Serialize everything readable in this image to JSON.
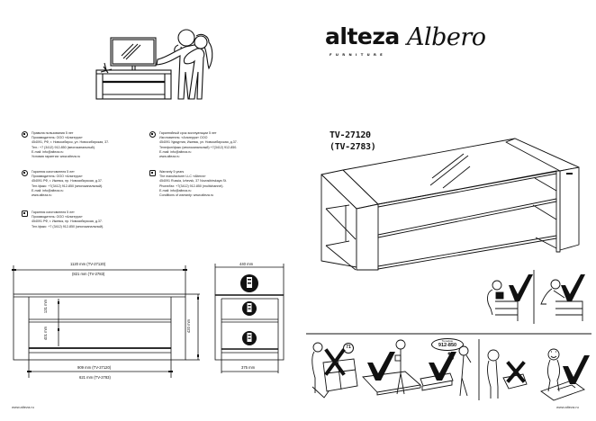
{
  "brand": {
    "name": "alteza",
    "tagline": "FURNITURE",
    "collection": "Albero"
  },
  "product": {
    "model_primary": "TV-27120",
    "model_secondary": "(TV-2783)"
  },
  "contacts": [
    {
      "icon": "globe-icon",
      "lines": [
        "Правила пользования 5 лет",
        "Производитель: ООО «Альтерра»",
        "454091, РФ, г. Новосибирск, ул. Новосибирская, 37.",
        "Тел.: +7 (3412) 912-850 (многоканальный).",
        "E-mail: info@alteza.ru",
        "Условия гарантии: www.alteza.ru"
      ]
    },
    {
      "icon": "globe-icon",
      "lines": [
        "Гарантия изготовителя 5 лет",
        "Производитель: ООО «Альтерра»",
        "454091 РФ, г. Ижевск, пр. Новосибирская, д.37.",
        "Тел./факс: +7(3412) 912-850 (многоканальный).",
        "E-mail: info@alteza.ru",
        "www.alteza.ru"
      ]
    },
    {
      "icon": "chat-icon",
      "lines": [
        "Гарантия изготовителя 5 лет",
        "Производитель: ООО «Альтерра»",
        "454091 РФ, г. Ижевск, пр. Новосибирская, д.37.",
        "Тел./факс: +7 (3412) 912-850 (многоканальный)."
      ]
    },
    {
      "icon": "globe-icon",
      "lines": [
        "Гарантийный срок эксплуатации 5 лет",
        "Изготовитель: «Альтерра» ООО",
        "454091 Удмуртия, Ижевск, ул. Новосибирская, д.37.",
        "Телефон/факс (многоканальный) +7(3412) 912-850.",
        "E-mail: info@alteza.ru",
        "www.alteza.ru"
      ]
    },
    {
      "icon": "calendar-icon",
      "lines": [
        "Warranty 5 years",
        "The manufacturer LLC «Alterra»",
        "454091 Russia, Izhevsk, 37 Novosibirskaya St.",
        "Phone/fax: +7(3412) 912-850 (multichannel).",
        "E-mail: info@alteza.ru",
        "Conditions of warranty: www.alteza.ru"
      ]
    }
  ],
  "dimensions": {
    "front_top_width_1": "1120 mm (TV-27120)",
    "front_top_width_2": "(821 mm (TV-2783)",
    "front_bottom_width_1": "909 mm (TV-27120)",
    "front_bottom_width_2": "621 mm (TV-2783)",
    "shelf_gap_upper": "131 mm",
    "shelf_gap_lower": "401 mm",
    "height": "420 mm",
    "side_depth_top": "440 mm",
    "side_depth_bottom": "375 mm"
  },
  "pictograms": {
    "phone_label": "Телефон",
    "phone_number": "912-850",
    "item_count": "71"
  },
  "footer": {
    "left_url": "www.alteza.ru",
    "right_url": "www.alteza.ru"
  }
}
